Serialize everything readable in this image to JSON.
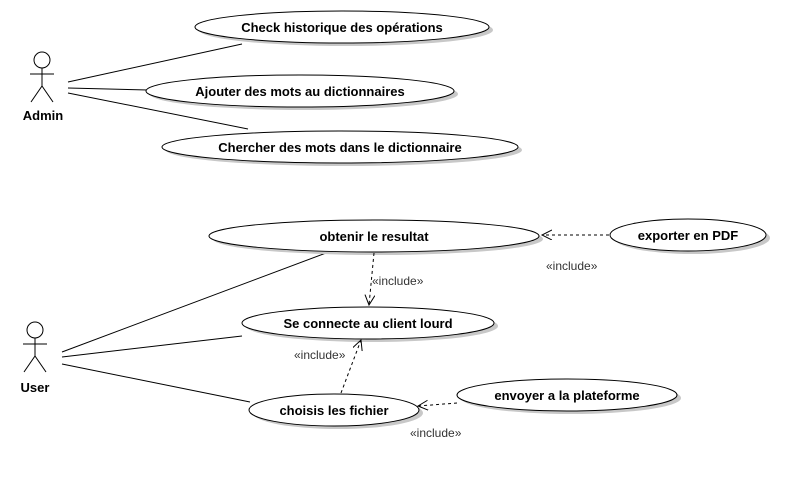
{
  "actors": {
    "admin": {
      "label": "Admin"
    },
    "user": {
      "label": "User"
    }
  },
  "use_cases": {
    "check_historique": "Check historique des opérations",
    "ajouter_mots": "Ajouter des mots au dictionnaires",
    "chercher_mots": "Chercher des mots dans le dictionnaire",
    "obtenir_resultat": "obtenir le resultat",
    "exporter_pdf": "exporter en PDF",
    "se_connecte": "Se connecte au client lourd",
    "choisis_fichier": "choisis les fichier",
    "envoyer_plateforme": "envoyer a la plateforme"
  },
  "relations": {
    "include_label": "«include»"
  },
  "colors": {
    "line": "#000000",
    "shadow": "#c8c8c8",
    "ellipse_fill": "#ffffff"
  }
}
